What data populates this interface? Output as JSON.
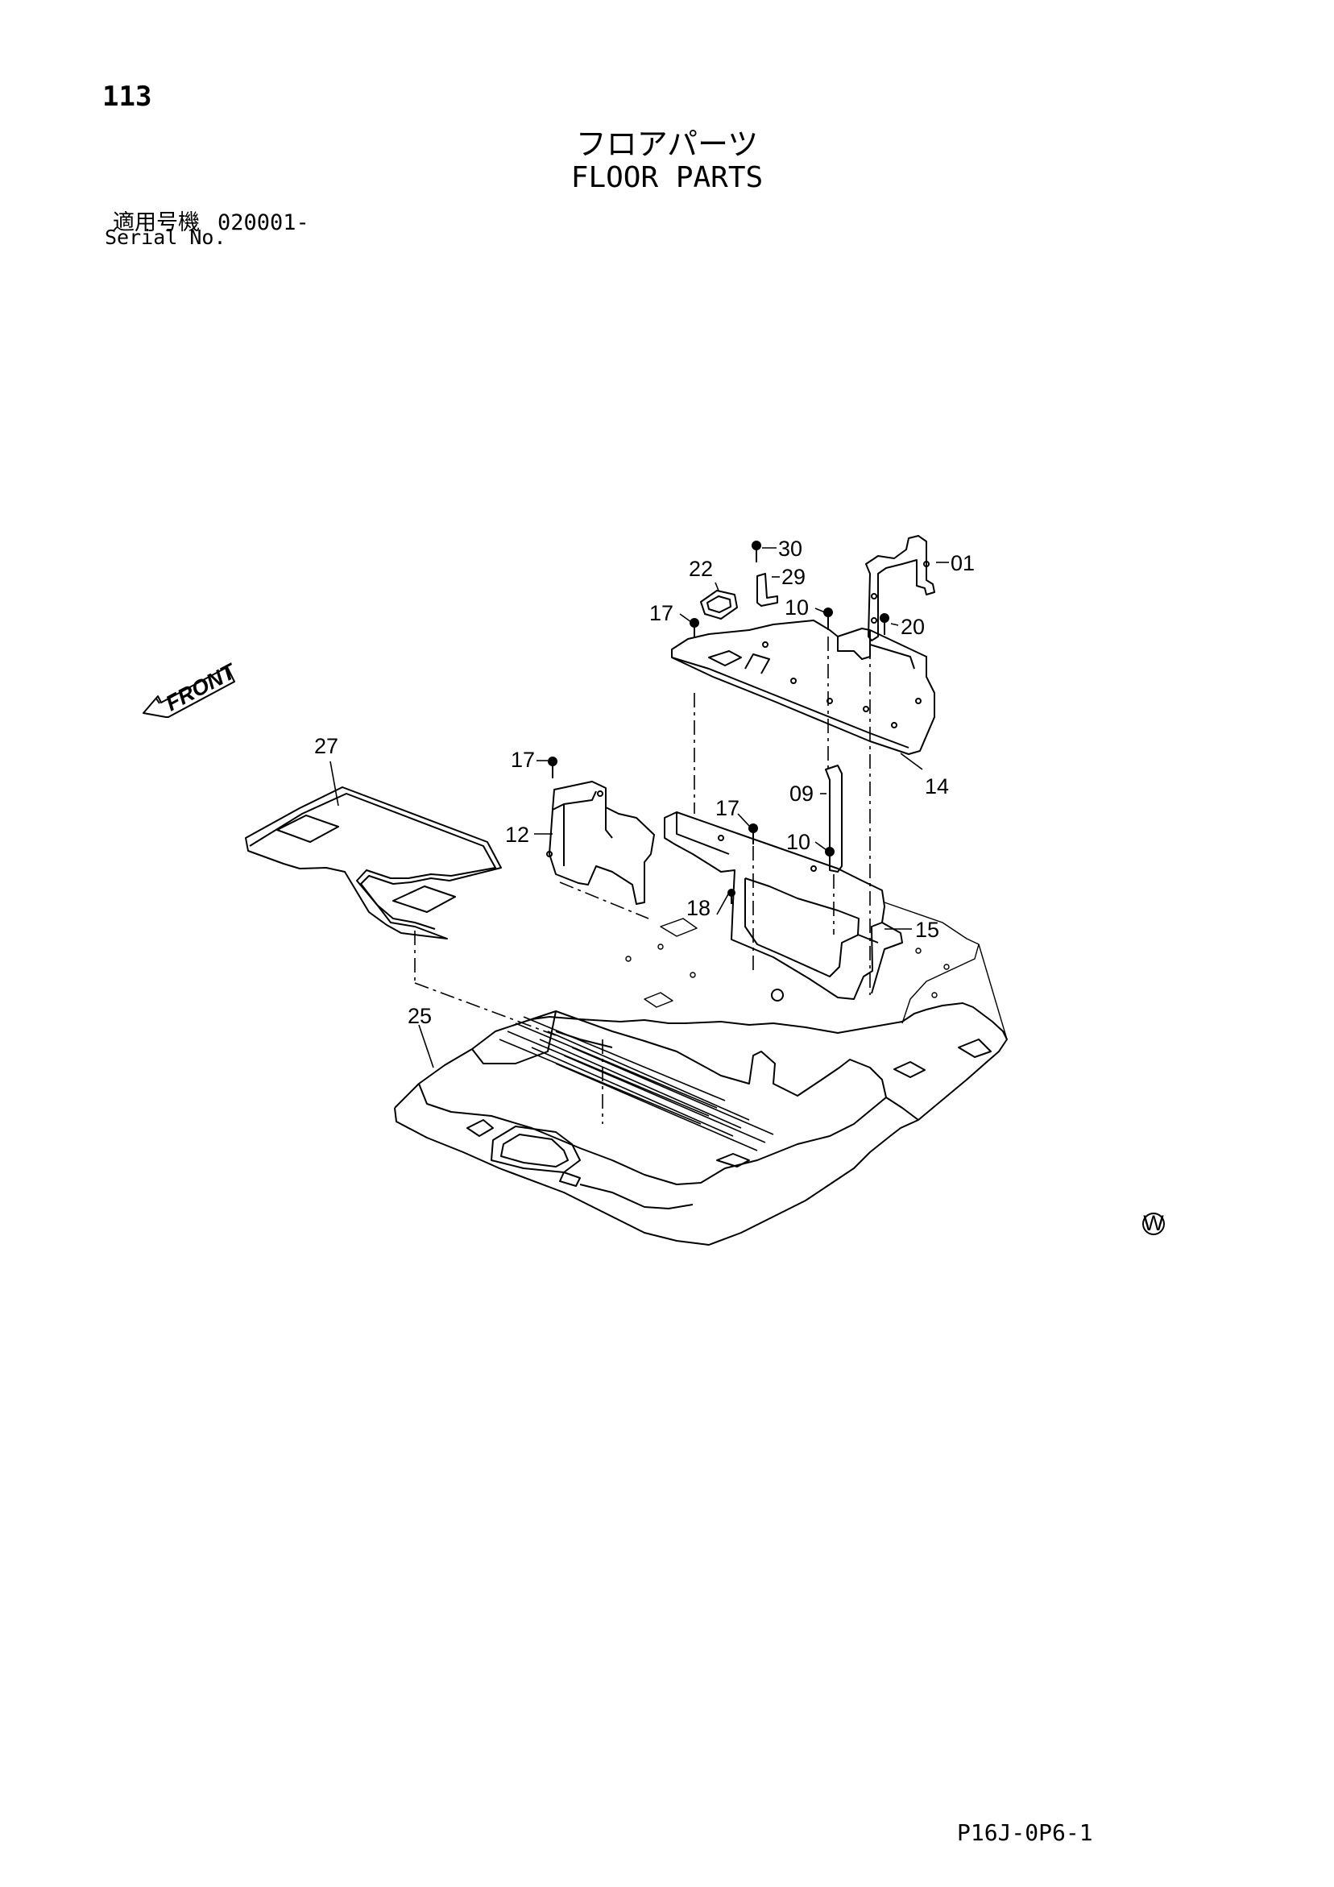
{
  "page": {
    "number": "113",
    "code": "P16J-0P6-1"
  },
  "title": {
    "japanese": "フロアパーツ",
    "english": "FLOOR PARTS"
  },
  "serial": {
    "label_jp": "適用号機",
    "value": "020001-",
    "label_en": "Serial No."
  },
  "diagram": {
    "front_arrow_label": "FRONT",
    "mark_symbol": "W",
    "callouts": [
      "30",
      "01",
      "22",
      "29",
      "17",
      "10",
      "20",
      "14",
      "27",
      "17",
      "09",
      "17",
      "12",
      "10",
      "18",
      "15",
      "25"
    ]
  }
}
